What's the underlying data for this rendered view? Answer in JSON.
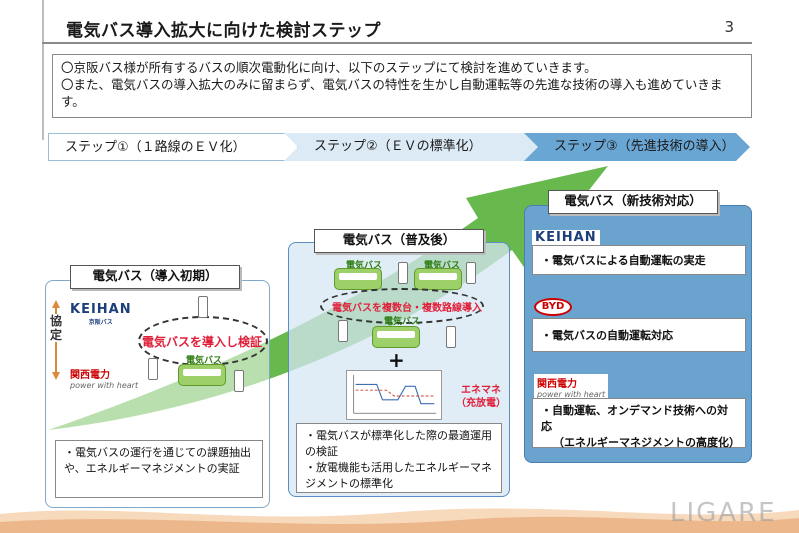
{
  "header": {
    "title": "電気バス導入拡大に向けた検討ステップ",
    "page_number": "3"
  },
  "intro": {
    "line1": "〇京阪バス様が所有するバスの順次電動化に向け、以下のステップにて検討を進めていきます。",
    "line2": "〇また、電気バスの導入拡大のみに留まらず、電気バスの特性を生かし自動運転等の先進な技術の導入も進めていきます。"
  },
  "steps": [
    {
      "label": "ステップ①（１路線のＥＶ化）"
    },
    {
      "label": "ステップ②（ＥＶの標準化）"
    },
    {
      "label": "ステップ③（先進技術の導入）"
    }
  ],
  "panel1": {
    "title": "電気バス（導入初期）",
    "kyotei": "協定",
    "verify_label": "電気バスを導入し検証",
    "bus_label": "電気バス",
    "note": "・電気バスの運行を通じての課題抽出や、エネルギーマネジメントの実証"
  },
  "panel2": {
    "title": "電気バス（普及後）",
    "bus_label_1": "電気バス",
    "bus_label_2": "電気バス",
    "bus_label_3": "電気バス",
    "multi_label": "電気バスを複数台・複数路線導入",
    "plus": "+",
    "enemane_line1": "エネマネ",
    "enemane_line2": "（充放電）",
    "note_line1": "・電気バスが標準化した際の最適運用の検証",
    "note_line2": "・放電機能も活用したエネルギーマネジメントの標準化"
  },
  "panel3": {
    "title": "電気バス（新技術対応）",
    "note1": "・電気バスによる自動運転の実走",
    "note2": "・電気バスの自動運転対応",
    "note3_line1": "・自動運転、オンデマンド技術への対応",
    "note3_line2": "（エネルギーマネジメントの高度化）"
  },
  "logos": {
    "keihan": "KEIHAN",
    "keihan_sub": "京阪バス",
    "kansai": "関西電力",
    "kansai_sub": "power with heart",
    "byd": "BYD"
  },
  "watermark": "LIGARE",
  "colors": {
    "green_arrow": "#5fb544",
    "step3_fill": "#6aa6d3",
    "panel3_fill": "#6ba3cf",
    "red_text": "#e0203a"
  }
}
